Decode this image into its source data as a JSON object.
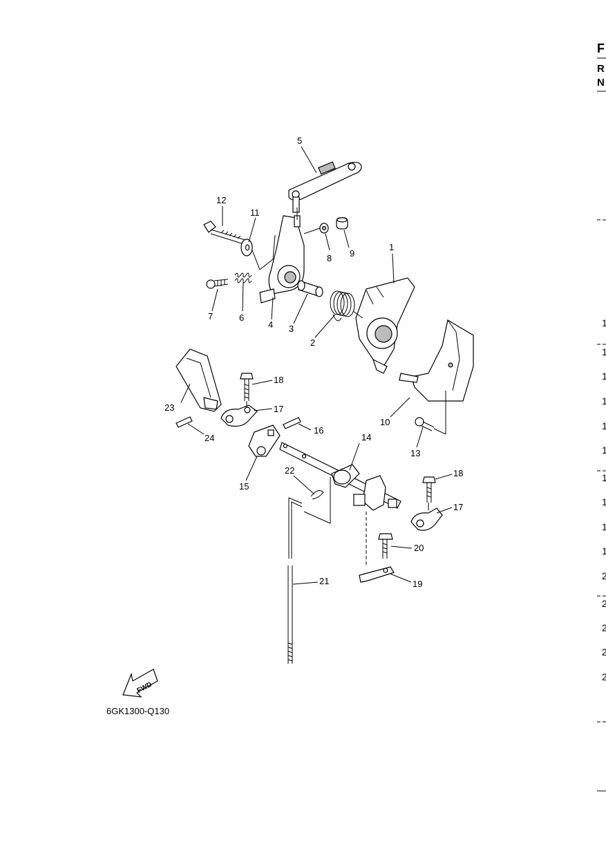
{
  "figure": {
    "reference_code": "6GK1300-Q130",
    "fwd_label": "FWD",
    "callouts": [
      "1",
      "2",
      "3",
      "4",
      "5",
      "6",
      "7",
      "8",
      "9",
      "10",
      "11",
      "12",
      "13",
      "14",
      "15",
      "16",
      "17",
      "18",
      "19",
      "20",
      "21",
      "22",
      "23",
      "24",
      "17",
      "18"
    ]
  },
  "right_edge": {
    "header_letters": [
      "F",
      "R",
      "N"
    ],
    "row_fragments": [
      "1",
      "1",
      "1",
      "1",
      "1",
      "1",
      "1",
      "1",
      "1",
      "1",
      "2",
      "2",
      "2",
      "2",
      "2"
    ]
  }
}
